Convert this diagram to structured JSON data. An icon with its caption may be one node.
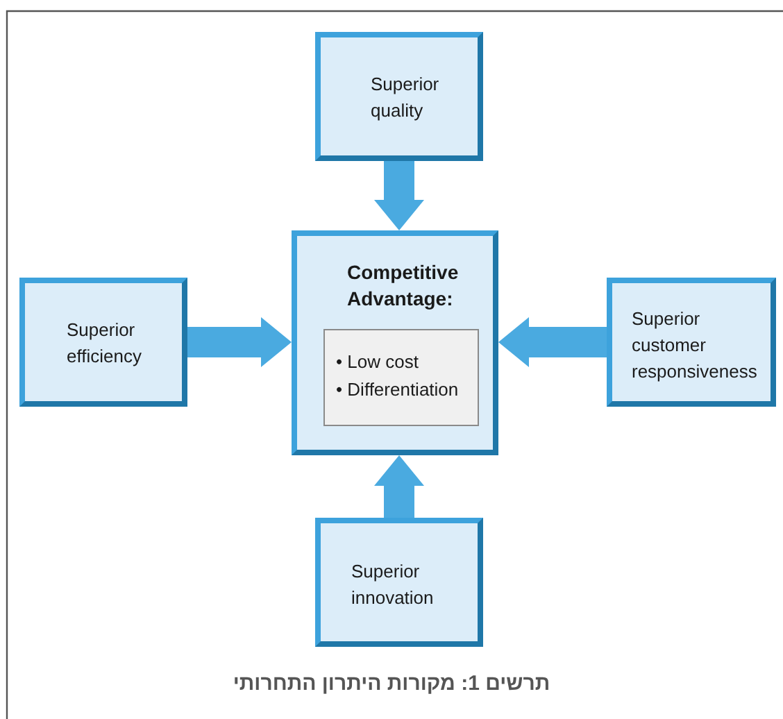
{
  "diagram": {
    "caption": "תרשים 1: מקורות היתרון התחרותי",
    "nodes": [
      {
        "text": [
          "Superior quality"
        ]
      },
      {
        "text": [
          "Superior efficiency"
        ]
      },
      {
        "text": [
          "Competitive Advantage:"
        ]
      },
      {
        "text": [
          "• Low cost",
          "• Differentiation"
        ],
        "in": 2
      },
      {
        "text": [
          "Superior customer responsiveness"
        ]
      },
      {
        "text": [
          "Superior innovation"
        ]
      }
    ],
    "edges": [
      {
        "from": 0,
        "to": 2,
        "arrow": "to"
      },
      {
        "from": 1,
        "to": 2,
        "arrow": "to"
      },
      {
        "from": 4,
        "to": 2,
        "arrow": "to"
      },
      {
        "from": 5,
        "to": 2,
        "arrow": "to"
      }
    ]
  }
}
